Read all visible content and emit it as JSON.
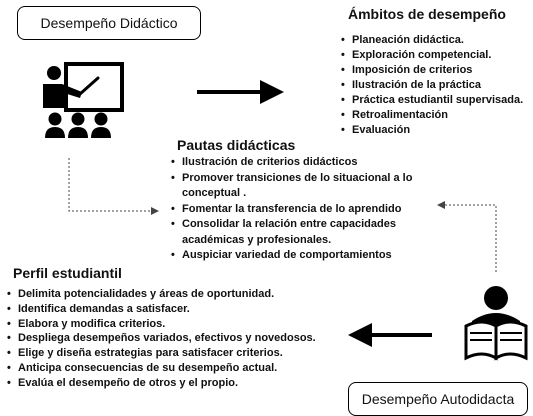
{
  "top_box": {
    "label": "Desempeño Didáctico"
  },
  "bottom_box": {
    "label": "Desempeño Autodidacta"
  },
  "ambitos": {
    "title": "Ámbitos de desempeño",
    "items": [
      "Planeación didáctica.",
      "Exploración competencial.",
      "Imposición de criterios",
      "Ilustración de la práctica",
      "Práctica estudiantil supervisada.",
      "Retroalimentación",
      "Evaluación"
    ]
  },
  "pautas": {
    "title": "Pautas didácticas",
    "items": [
      "Ilustración de criterios didácticos",
      "Promover transiciones de lo situacional a lo conceptual .",
      "Fomentar la transferencia de lo aprendido",
      "Consolidar la relación entre capacidades académicas y profesionales.",
      "Auspiciar variedad de comportamientos"
    ]
  },
  "perfil": {
    "title": "Perfil estudiantil",
    "items": [
      "Delimita potencialidades y áreas de oportunidad.",
      "Identifica demandas a satisfacer.",
      "Elabora y modifica criterios.",
      "Despliega desempeños variados, efectivos y novedosos.",
      "Elige y diseña estrategias para satisfacer criterios.",
      "Anticipa consecuencias de su desempeño actual.",
      "Evalúa el desempeño de otros y el propio."
    ]
  },
  "icons": [
    "teacher-presentation-icon",
    "reading-student-icon"
  ],
  "colors": {
    "ink": "#111111",
    "arrow": "#000000",
    "dashed": "#444444"
  }
}
